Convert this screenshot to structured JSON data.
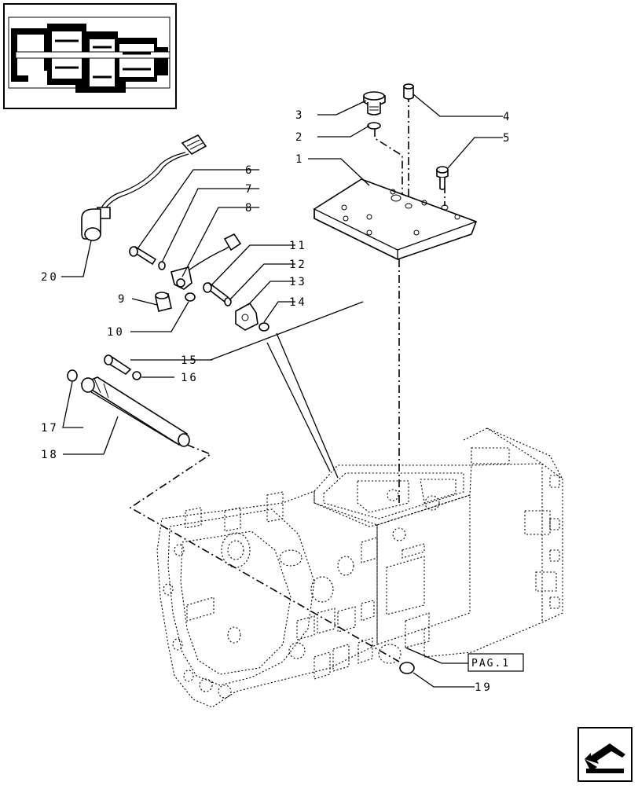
{
  "callouts": [
    "1",
    "2",
    "3",
    "4",
    "5",
    "6",
    "7",
    "8",
    "9",
    "10",
    "11",
    "12",
    "13",
    "14",
    "15",
    "16",
    "17",
    "18",
    "19",
    "20"
  ],
  "page_ref": "PAG.1",
  "icons": {
    "thumbnail": "transmission-section-thumbnail",
    "nav": "next-page-arrow-icon"
  }
}
